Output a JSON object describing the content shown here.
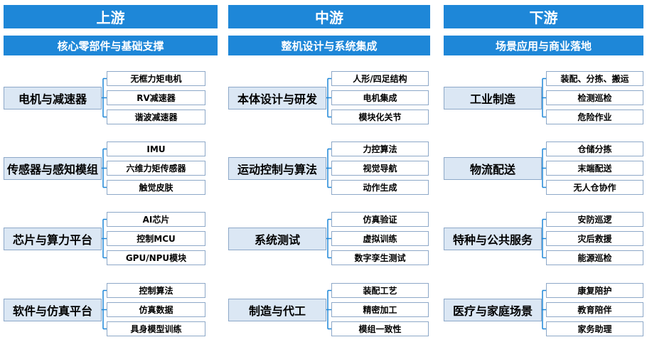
{
  "columns": [
    {
      "header": "上游",
      "subheader": "核心零部件与基础支撑",
      "groups": [
        {
          "name": "电机与减速器",
          "items": [
            "无框力矩电机",
            "RV减速器",
            "谐波减速器"
          ]
        },
        {
          "name": "传感器与感知模组",
          "items": [
            "IMU",
            "六维力矩传感器",
            "触觉皮肤"
          ]
        },
        {
          "name": "芯片与算力平台",
          "items": [
            "AI芯片",
            "控制MCU",
            "GPU/NPU模块"
          ]
        },
        {
          "name": "软件与仿真平台",
          "items": [
            "控制算法",
            "仿真数据",
            "具身模型训练"
          ]
        }
      ]
    },
    {
      "header": "中游",
      "subheader": "整机设计与系统集成",
      "groups": [
        {
          "name": "本体设计与研发",
          "items": [
            "人形/四足结构",
            "电机集成",
            "模块化关节"
          ]
        },
        {
          "name": "运动控制与算法",
          "items": [
            "力控算法",
            "视觉导航",
            "动作生成"
          ]
        },
        {
          "name": "系统测试",
          "items": [
            "仿真验证",
            "虚拟训练",
            "数字孪生测试"
          ]
        },
        {
          "name": "制造与代工",
          "items": [
            "装配工艺",
            "精密加工",
            "模组一致性"
          ]
        }
      ]
    },
    {
      "header": "下游",
      "subheader": "场景应用与商业落地",
      "groups": [
        {
          "name": "工业制造",
          "items": [
            "装配、分拣、搬运",
            "检测巡检",
            "危险作业"
          ]
        },
        {
          "name": "物流配送",
          "items": [
            "仓储分拣",
            "末端配送",
            "无人仓协作"
          ]
        },
        {
          "name": "特种与公共服务",
          "items": [
            "安防巡逻",
            "灾后救援",
            "能源巡检"
          ]
        },
        {
          "name": "医疗与家庭场景",
          "items": [
            "康复陪护",
            "教育陪伴",
            "家务助理"
          ]
        }
      ]
    }
  ],
  "colors": {
    "accent": "#1e87d8",
    "box_fill": "#dbe7f4",
    "box_border": "#8da8c8"
  }
}
